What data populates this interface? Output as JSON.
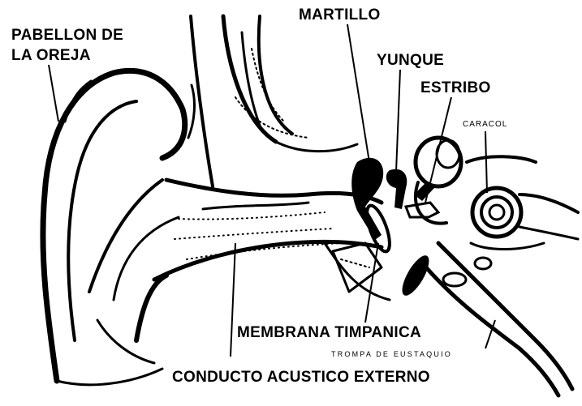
{
  "labels": {
    "pinna_line1": "PABELLON DE",
    "pinna_line2": "LA OREJA",
    "malleus": "MARTILLO",
    "incus": "YUNQUE",
    "stapes": "ESTRIBO",
    "cochlea": "CARACOL",
    "tympanic_membrane": "MEMBRANA TIMPANICA",
    "eustachian_tube": "TROMPA DE EUSTAQUIO",
    "ear_canal": "CONDUCTO ACUSTICO EXTERNO"
  }
}
